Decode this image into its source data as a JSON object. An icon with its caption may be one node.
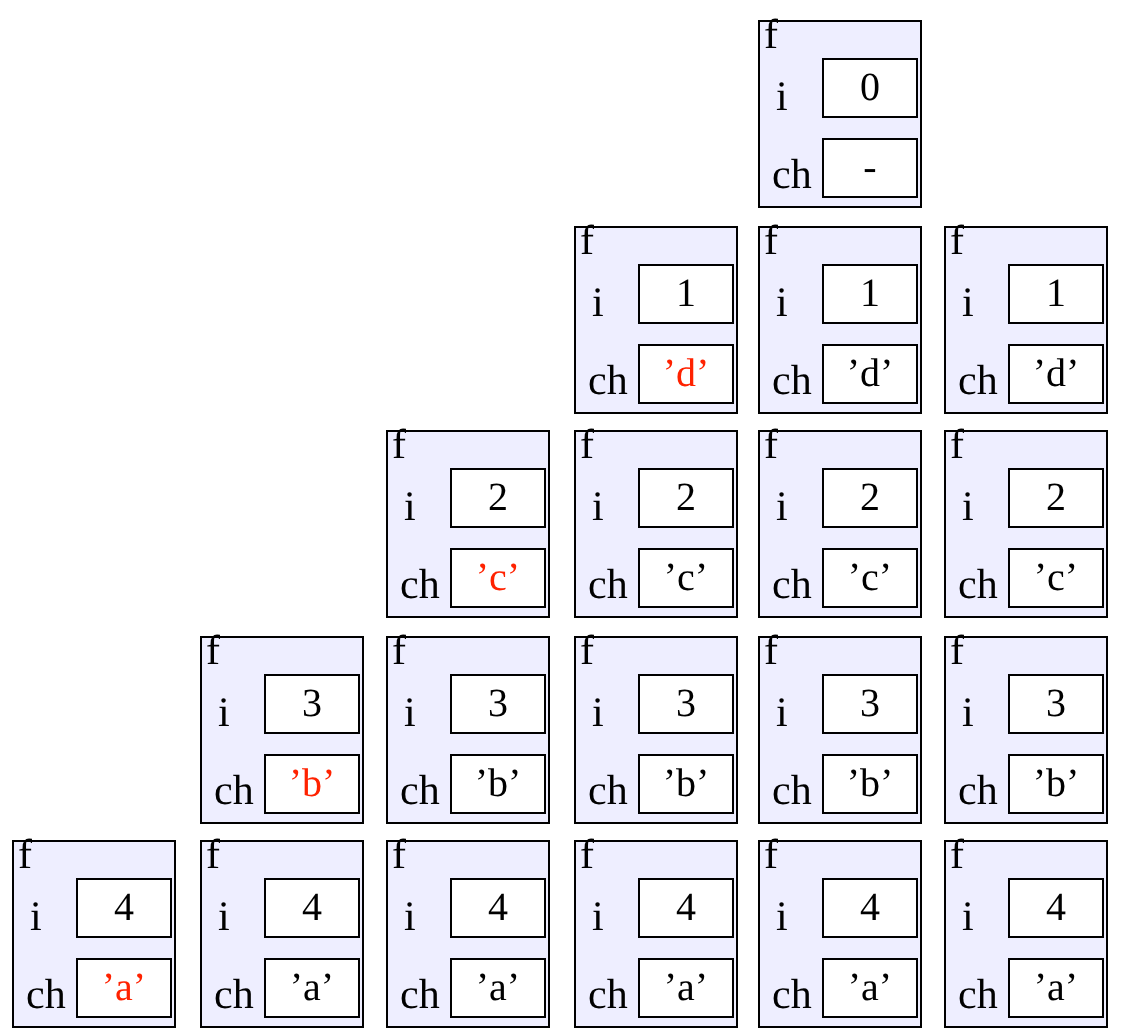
{
  "diagram": {
    "nodes": [
      {
        "text": [
          "f",
          "i",
          "ch"
        ]
      },
      {
        "text": [
          "0"
        ],
        "in": 0
      },
      {
        "text": [
          "-"
        ],
        "in": 0
      },
      {
        "text": [
          "f",
          "i",
          "ch"
        ]
      },
      {
        "text": [
          "1"
        ],
        "in": 3
      },
      {
        "text": [
          "’d’"
        ],
        "in": 3
      },
      {
        "text": [
          "f",
          "i",
          "ch"
        ]
      },
      {
        "text": [
          "1"
        ],
        "in": 6
      },
      {
        "text": [
          "’d’"
        ],
        "in": 6
      },
      {
        "text": [
          "f",
          "i",
          "ch"
        ]
      },
      {
        "text": [
          "1"
        ],
        "in": 9
      },
      {
        "text": [
          "’d’"
        ],
        "in": 9
      },
      {
        "text": [
          "f",
          "i",
          "ch"
        ]
      },
      {
        "text": [
          "2"
        ],
        "in": 12
      },
      {
        "text": [
          "’c’"
        ],
        "in": 12
      },
      {
        "text": [
          "f",
          "i",
          "ch"
        ]
      },
      {
        "text": [
          "2"
        ],
        "in": 15
      },
      {
        "text": [
          "’c’"
        ],
        "in": 15
      },
      {
        "text": [
          "f",
          "i",
          "ch"
        ]
      },
      {
        "text": [
          "2"
        ],
        "in": 18
      },
      {
        "text": [
          "’c’"
        ],
        "in": 18
      },
      {
        "text": [
          "f",
          "i",
          "ch"
        ]
      },
      {
        "text": [
          "2"
        ],
        "in": 21
      },
      {
        "text": [
          "’c’"
        ],
        "in": 21
      },
      {
        "text": [
          "f",
          "i",
          "ch"
        ]
      },
      {
        "text": [
          "3"
        ],
        "in": 24
      },
      {
        "text": [
          "’b’"
        ],
        "in": 24
      },
      {
        "text": [
          "f",
          "i",
          "ch"
        ]
      },
      {
        "text": [
          "3"
        ],
        "in": 27
      },
      {
        "text": [
          "’b’"
        ],
        "in": 27
      },
      {
        "text": [
          "f",
          "i",
          "ch"
        ]
      },
      {
        "text": [
          "3"
        ],
        "in": 30
      },
      {
        "text": [
          "’b’"
        ],
        "in": 30
      },
      {
        "text": [
          "f",
          "i",
          "ch"
        ]
      },
      {
        "text": [
          "3"
        ],
        "in": 33
      },
      {
        "text": [
          "’b’"
        ],
        "in": 33
      },
      {
        "text": [
          "f",
          "i",
          "ch"
        ]
      },
      {
        "text": [
          "3"
        ],
        "in": 36
      },
      {
        "text": [
          "’b’"
        ],
        "in": 36
      },
      {
        "text": [
          "f",
          "i",
          "ch"
        ]
      },
      {
        "text": [
          "4"
        ],
        "in": 39
      },
      {
        "text": [
          "’a’"
        ],
        "in": 39
      },
      {
        "text": [
          "f",
          "i",
          "ch"
        ]
      },
      {
        "text": [
          "4"
        ],
        "in": 42
      },
      {
        "text": [
          "’a’"
        ],
        "in": 42
      },
      {
        "text": [
          "f",
          "i",
          "ch"
        ]
      },
      {
        "text": [
          "4"
        ],
        "in": 45
      },
      {
        "text": [
          "’a’"
        ],
        "in": 45
      },
      {
        "text": [
          "f",
          "i",
          "ch"
        ]
      },
      {
        "text": [
          "4"
        ],
        "in": 48
      },
      {
        "text": [
          "’a’"
        ],
        "in": 48
      },
      {
        "text": [
          "f",
          "i",
          "ch"
        ]
      },
      {
        "text": [
          "4"
        ],
        "in": 51
      },
      {
        "text": [
          "’a’"
        ],
        "in": 51
      },
      {
        "text": [
          "f",
          "i",
          "ch"
        ]
      },
      {
        "text": [
          "4"
        ],
        "in": 54
      },
      {
        "text": [
          "’a’"
        ],
        "in": 54
      }
    ]
  }
}
